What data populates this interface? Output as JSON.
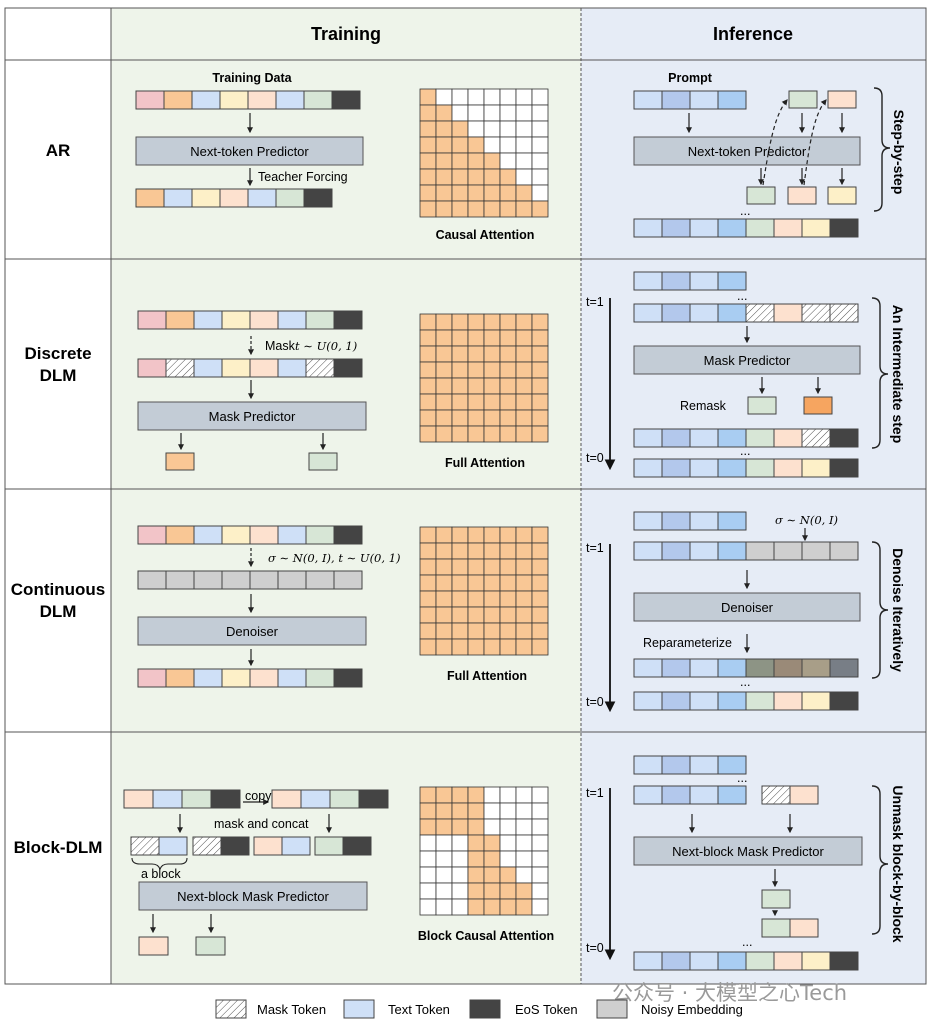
{
  "headers": {
    "training": "Training",
    "inference": "Inference"
  },
  "rows": {
    "ar": {
      "label": "AR"
    },
    "discrete": {
      "label_line1": "Discrete",
      "label_line2": "DLM"
    },
    "continuous": {
      "label_line1": "Continuous",
      "label_line2": "DLM"
    },
    "block": {
      "label": "Block-DLM"
    }
  },
  "ar": {
    "training_data": "Training Data",
    "predictor": "Next-token Predictor",
    "teacher_forcing": "Teacher Forcing",
    "attention": "Causal Attention",
    "prompt": "Prompt",
    "inference_predictor": "Next-token Predictor",
    "ellipsis": "...",
    "side": "Step-by-step"
  },
  "discrete": {
    "mask_text": "Mask",
    "mask_math": "t ∼ U(0, 1)",
    "predictor": "Mask Predictor",
    "attention": "Full Attention",
    "t1": "t=1",
    "t0": "t=0",
    "inference_predictor": "Mask Predictor",
    "remask": "Remask",
    "ellipsis": "...",
    "side": "An Intermediate step"
  },
  "continuous": {
    "noise_math": "σ ∼ N(0, I), t ∼ U(0, 1)",
    "denoiser": "Denoiser",
    "attention": "Full Attention",
    "inference_sigma": "σ ∼ N(0, I)",
    "t1": "t=1",
    "t0": "t=0",
    "inference_denoiser": "Denoiser",
    "reparameterize": "Reparameterize",
    "ellipsis": "...",
    "side": "Denoise Iteratively"
  },
  "block": {
    "copy": "copy",
    "mask_concat": "mask and concat",
    "a_block": "a block",
    "predictor": "Next-block Mask Predictor",
    "attention": "Block Causal Attention",
    "t1": "t=1",
    "t0": "t=0",
    "inference_predictor": "Next-block Mask Predictor",
    "ellipsis": "...",
    "side": "Unmask block-by-block"
  },
  "legend": {
    "mask_token": "Mask Token",
    "text_token": "Text Token",
    "eos_token": "EoS Token",
    "noisy_embedding": "Noisy Embedding"
  },
  "watermark": "公众号 · 大模型之心Tech",
  "colors": {
    "training_bg": "#eef4ea",
    "inference_bg": "#e6ecf6",
    "predictor_box": "#c3ccd6",
    "pink": "#f2c4c8",
    "orange": "#f9c795",
    "blue": "#cfe0f7",
    "yellow": "#fdf0c8",
    "peach": "#fde1cf",
    "green": "#d7e6d6",
    "eos": "#444444",
    "noisy": "#cfcfcf",
    "attention_fill": "#f9c795"
  }
}
